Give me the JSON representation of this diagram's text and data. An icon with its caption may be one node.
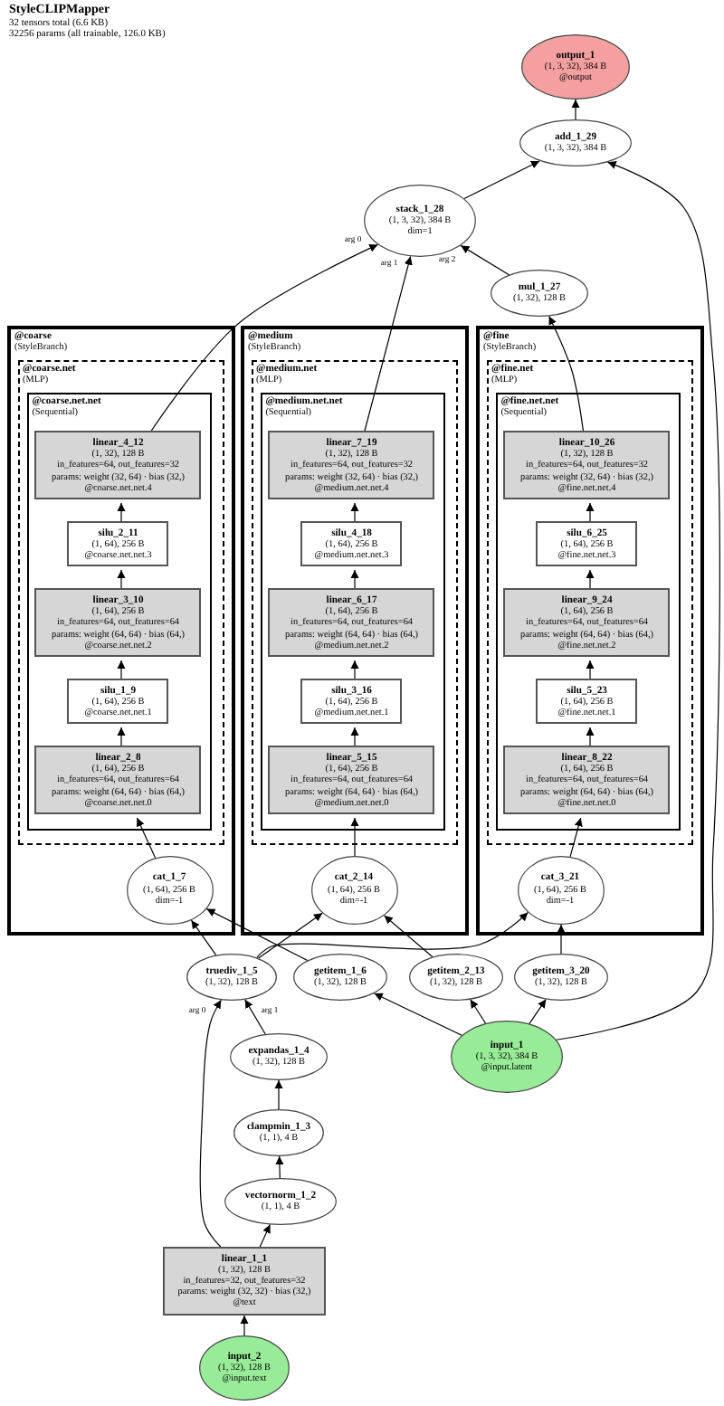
{
  "diagram": {
    "title": "StyleCLIPMapper",
    "labels": [
      "32 tensors total (6.6 KB)",
      "32256 params (all trainable, 126.0 KB)"
    ],
    "nodes": [
      {
        "text": [
          "output_1",
          "(1, 3, 32), 384 B",
          "@output"
        ]
      },
      {
        "text": [
          "add_1_29",
          "(1, 3, 32), 384 B"
        ]
      },
      {
        "text": [
          "stack_1_28",
          "(1, 3, 32), 384 B",
          "dim=1"
        ]
      },
      {
        "text": [
          "mul_1_27",
          "(1, 32), 128 B"
        ]
      },
      {
        "text": [
          "@coarse",
          "(StyleBranch)"
        ]
      },
      {
        "text": [
          "@coarse.net",
          "(MLP)"
        ],
        "in": 4
      },
      {
        "text": [
          "@coarse.net.net",
          "(Sequential)"
        ],
        "in": 5
      },
      {
        "text": [
          "linear_4_12",
          "(1, 32), 128 B",
          "in_features=64, out_features=32",
          "params: weight (32, 64) · bias (32,)",
          "@coarse.net.net.4"
        ],
        "in": 6
      },
      {
        "text": [
          "silu_2_11",
          "(1, 64), 256 B",
          "@coarse.net.net.3"
        ],
        "in": 6
      },
      {
        "text": [
          "linear_3_10",
          "(1, 64), 256 B",
          "in_features=64, out_features=64",
          "params: weight (64, 64) · bias (64,)",
          "@coarse.net.net.2"
        ],
        "in": 6
      },
      {
        "text": [
          "silu_1_9",
          "(1, 64), 256 B",
          "@coarse.net.net.1"
        ],
        "in": 6
      },
      {
        "text": [
          "linear_2_8",
          "(1, 64), 256 B",
          "in_features=64, out_features=64",
          "params: weight (64, 64) · bias (64,)",
          "@coarse.net.net.0"
        ],
        "in": 6
      },
      {
        "text": [
          "cat_1_7",
          "(1, 64), 256 B",
          "dim=-1"
        ],
        "in": 4
      },
      {
        "text": [
          "@medium",
          "(StyleBranch)"
        ]
      },
      {
        "text": [
          "@medium.net",
          "(MLP)"
        ],
        "in": 13
      },
      {
        "text": [
          "@medium.net.net",
          "(Sequential)"
        ],
        "in": 14
      },
      {
        "text": [
          "linear_7_19",
          "(1, 32), 128 B",
          "in_features=64, out_features=32",
          "params: weight (32, 64) · bias (32,)",
          "@medium.net.net.4"
        ],
        "in": 15
      },
      {
        "text": [
          "silu_4_18",
          "(1, 64), 256 B",
          "@medium.net.net.3"
        ],
        "in": 15
      },
      {
        "text": [
          "linear_6_17",
          "(1, 64), 256 B",
          "in_features=64, out_features=64",
          "params: weight (64, 64) · bias (64,)",
          "@medium.net.net.2"
        ],
        "in": 15
      },
      {
        "text": [
          "silu_3_16",
          "(1, 64), 256 B",
          "@medium.net.net.1"
        ],
        "in": 15
      },
      {
        "text": [
          "linear_5_15",
          "(1, 64), 256 B",
          "in_features=64, out_features=64",
          "params: weight (64, 64) · bias (64,)",
          "@medium.net.net.0"
        ],
        "in": 15
      },
      {
        "text": [
          "cat_2_14",
          "(1, 64), 256 B",
          "dim=-1"
        ],
        "in": 13
      },
      {
        "text": [
          "@fine",
          "(StyleBranch)"
        ]
      },
      {
        "text": [
          "@fine.net",
          "(MLP)"
        ],
        "in": 22
      },
      {
        "text": [
          "@fine.net.net",
          "(Sequential)"
        ],
        "in": 23
      },
      {
        "text": [
          "linear_10_26",
          "(1, 32), 128 B",
          "in_features=64, out_features=32",
          "params: weight (32, 64) · bias (32,)",
          "@fine.net.net.4"
        ],
        "in": 24
      },
      {
        "text": [
          "silu_6_25",
          "(1, 64), 256 B",
          "@fine.net.net.3"
        ],
        "in": 24
      },
      {
        "text": [
          "linear_9_24",
          "(1, 64), 256 B",
          "in_features=64, out_features=64",
          "params: weight (64, 64) · bias (64,)",
          "@fine.net.net.2"
        ],
        "in": 24
      },
      {
        "text": [
          "silu_5_23",
          "(1, 64), 256 B",
          "@fine.net.net.1"
        ],
        "in": 24
      },
      {
        "text": [
          "linear_8_22",
          "(1, 64), 256 B",
          "in_features=64, out_features=64",
          "params: weight (64, 64) · bias (64,)",
          "@fine.net.net.0"
        ],
        "in": 24
      },
      {
        "text": [
          "cat_3_21",
          "(1, 64), 256 B",
          "dim=-1"
        ],
        "in": 22
      },
      {
        "text": [
          "truediv_1_5",
          "(1, 32), 128 B"
        ]
      },
      {
        "text": [
          "getitem_1_6",
          "(1, 32), 128 B"
        ]
      },
      {
        "text": [
          "getitem_2_13",
          "(1, 32), 128 B"
        ]
      },
      {
        "text": [
          "getitem_3_20",
          "(1, 32), 128 B"
        ]
      },
      {
        "text": [
          "expandas_1_4",
          "(1, 32), 128 B"
        ]
      },
      {
        "text": [
          "input_1",
          "(1, 3, 32), 384 B",
          "@input.latent"
        ]
      },
      {
        "text": [
          "clampmin_1_3",
          "(1, 1), 4 B"
        ]
      },
      {
        "text": [
          "vectornorm_1_2",
          "(1, 1), 4 B"
        ]
      },
      {
        "text": [
          "linear_1_1",
          "(1, 32), 128 B",
          "in_features=32, out_features=32",
          "params: weight (32, 32) · bias (32,)",
          "@text"
        ]
      },
      {
        "text": [
          "input_2",
          "(1, 32), 128 B",
          "@input.text"
        ]
      }
    ],
    "edges": [
      {
        "from": 1,
        "to": 0,
        "arrow": "to"
      },
      {
        "from": 2,
        "to": 1,
        "arrow": "to"
      },
      {
        "from": 36,
        "to": 1,
        "arrow": "to"
      },
      {
        "from": 7,
        "to": 2,
        "arrow": "to",
        "label": "arg 0"
      },
      {
        "from": 16,
        "to": 2,
        "arrow": "to",
        "label": "arg 1"
      },
      {
        "from": 3,
        "to": 2,
        "arrow": "to",
        "label": "arg 2"
      },
      {
        "from": 25,
        "to": 3,
        "arrow": "to"
      },
      {
        "from": 8,
        "to": 7,
        "arrow": "to"
      },
      {
        "from": 9,
        "to": 8,
        "arrow": "to"
      },
      {
        "from": 10,
        "to": 9,
        "arrow": "to"
      },
      {
        "from": 11,
        "to": 10,
        "arrow": "to"
      },
      {
        "from": 12,
        "to": 11,
        "arrow": "to"
      },
      {
        "from": 17,
        "to": 16,
        "arrow": "to"
      },
      {
        "from": 18,
        "to": 17,
        "arrow": "to"
      },
      {
        "from": 19,
        "to": 18,
        "arrow": "to"
      },
      {
        "from": 20,
        "to": 19,
        "arrow": "to"
      },
      {
        "from": 21,
        "to": 20,
        "arrow": "to"
      },
      {
        "from": 26,
        "to": 25,
        "arrow": "to"
      },
      {
        "from": 27,
        "to": 26,
        "arrow": "to"
      },
      {
        "from": 28,
        "to": 27,
        "arrow": "to"
      },
      {
        "from": 29,
        "to": 28,
        "arrow": "to"
      },
      {
        "from": 30,
        "to": 29,
        "arrow": "to"
      },
      {
        "from": 31,
        "to": 12,
        "arrow": "to"
      },
      {
        "from": 32,
        "to": 12,
        "arrow": "to"
      },
      {
        "from": 31,
        "to": 21,
        "arrow": "to"
      },
      {
        "from": 33,
        "to": 21,
        "arrow": "to"
      },
      {
        "from": 31,
        "to": 30,
        "arrow": "to"
      },
      {
        "from": 34,
        "to": 30,
        "arrow": "to"
      },
      {
        "from": 36,
        "to": 32,
        "arrow": "to"
      },
      {
        "from": 36,
        "to": 33,
        "arrow": "to"
      },
      {
        "from": 36,
        "to": 34,
        "arrow": "to"
      },
      {
        "from": 35,
        "to": 31,
        "arrow": "to",
        "label": "arg 1"
      },
      {
        "from": 39,
        "to": 31,
        "arrow": "to",
        "label": "arg 0"
      },
      {
        "from": 37,
        "to": 35,
        "arrow": "to"
      },
      {
        "from": 38,
        "to": 37,
        "arrow": "to"
      },
      {
        "from": 39,
        "to": 38,
        "arrow": "to"
      },
      {
        "from": 40,
        "to": 39,
        "arrow": "to"
      }
    ]
  }
}
